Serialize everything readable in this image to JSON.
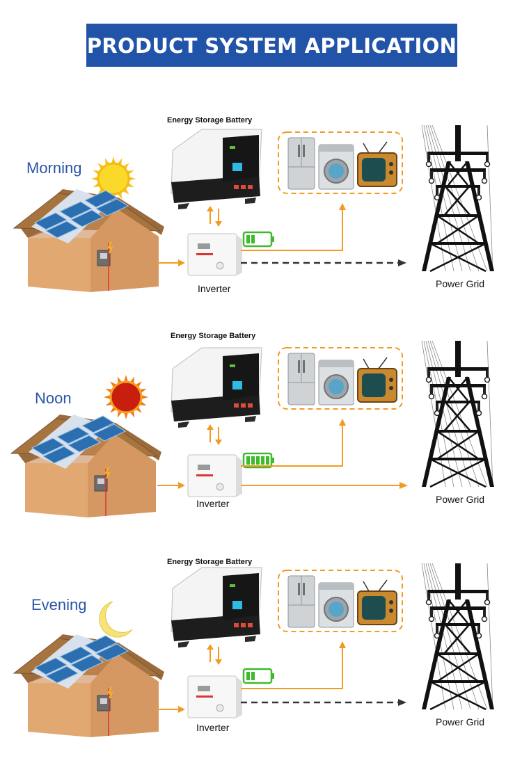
{
  "header": {
    "title": "PRODUCT SYSTEM APPLICATION"
  },
  "colors": {
    "banner": "#2153a8",
    "flow_arrow": "#f39a21",
    "grid_arrow_dashed": "#333333",
    "battery_green": "#3dbb2a",
    "time_label": "#2a55a5"
  },
  "panels": [
    {
      "time_label": "Morning",
      "celestial_icon": "sun-icon",
      "battery_label": "Energy Storage Battery",
      "inverter_label": "Inverter",
      "grid_label": "Power Grid",
      "charge_level": 0.4,
      "grid_flow": "dashed"
    },
    {
      "time_label": "Noon",
      "celestial_icon": "hot-sun-icon",
      "battery_label": "Energy Storage Battery",
      "inverter_label": "Inverter",
      "grid_label": "Power Grid",
      "charge_level": 1.0,
      "grid_flow": "solid"
    },
    {
      "time_label": "Evening",
      "celestial_icon": "moon-icon",
      "battery_label": "Energy Storage Battery",
      "inverter_label": "Inverter",
      "grid_label": "Power Grid",
      "charge_level": 0.4,
      "grid_flow": "dashed"
    }
  ]
}
